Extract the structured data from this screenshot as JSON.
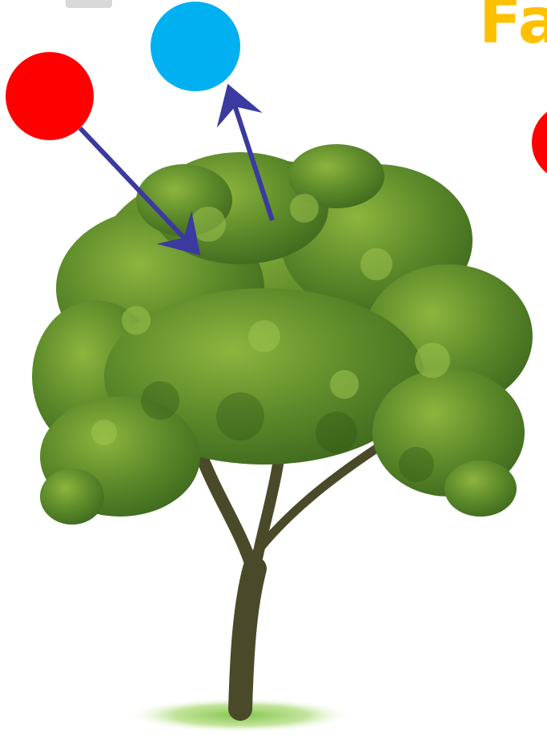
{
  "title": {
    "text": "Fa"
  },
  "colors": {
    "red_ball": "#ff0000",
    "blue_ball": "#00b0f0",
    "arrow": "#3a3aa0",
    "title": "#ffc000",
    "foliage_dark": "#3f6a1e",
    "foliage_mid": "#5d8a2a",
    "foliage_light": "#8db53e",
    "trunk": "#4a4a2a",
    "grass": "#7cc242"
  },
  "elements": {
    "red_ball": "red-ball-falling",
    "blue_ball": "blue-ball-rising",
    "tree": "tree-image"
  }
}
